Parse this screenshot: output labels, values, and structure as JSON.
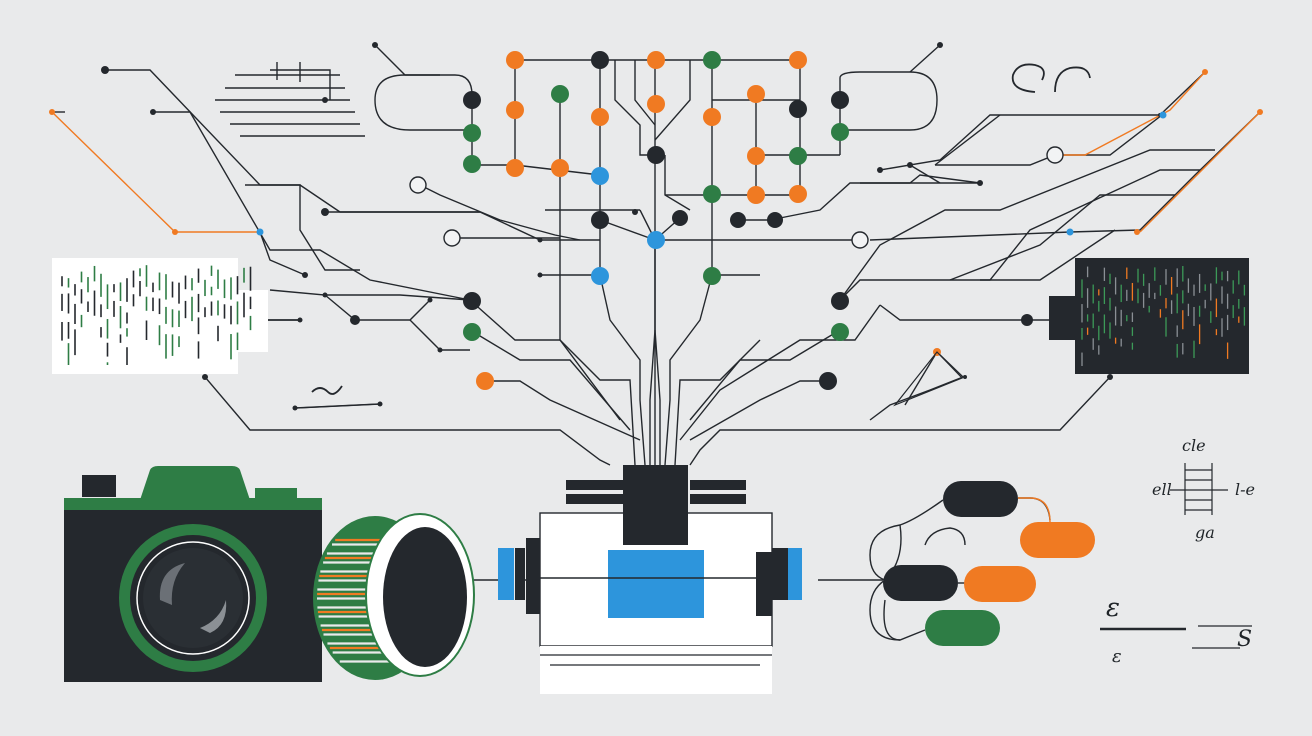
{
  "palette": {
    "background": "#e9eaeb",
    "ink": "#24282d",
    "orange": "#f07a22",
    "green": "#2e7d45",
    "blue": "#2d95dc",
    "white": "#ffffff"
  },
  "labels": {
    "top_right_label": "cle",
    "left_label": "ell",
    "right_label": "l-e",
    "bottom_label": "ga",
    "epsilon_top": "ε",
    "epsilon_bottom": "ε",
    "s_label": "S"
  },
  "icons": [
    "camera-icon",
    "lens-icon",
    "processor-chip-icon",
    "waveform-panel-icon",
    "dark-data-panel-icon",
    "circuit-network-icon",
    "pill-nodes-icon"
  ]
}
